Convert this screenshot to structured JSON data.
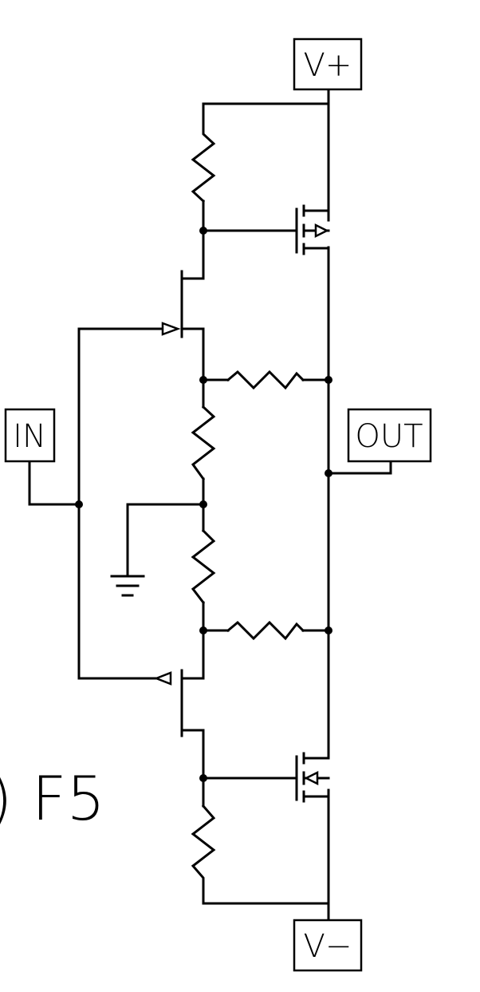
{
  "labels": {
    "vplus": "V+",
    "vminus": "V−",
    "input": "IN",
    "output": "OUT",
    "title": ") F5"
  },
  "colors": {
    "ink": "#000000",
    "background": "#ffffff"
  }
}
